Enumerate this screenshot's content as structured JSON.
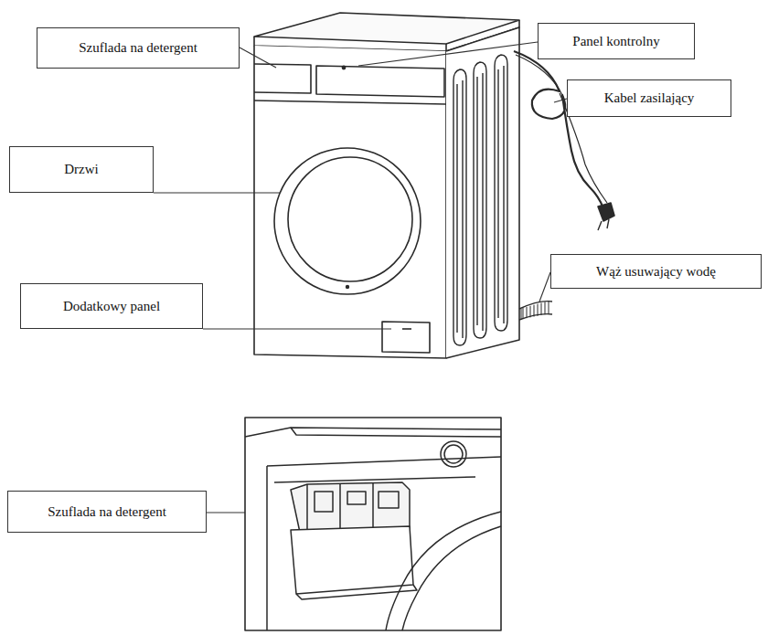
{
  "diagram": {
    "nodes": [
      {
        "text": [
          "Szuflada na detergent"
        ]
      },
      {
        "text": [
          "Panel kontrolny"
        ]
      },
      {
        "text": [
          "Kabel zasilający"
        ]
      },
      {
        "text": [
          "Drzwi"
        ]
      },
      {
        "text": [
          "Wąż usuwający wodę"
        ]
      },
      {
        "text": [
          "Dodatkowy panel"
        ]
      },
      {
        "text": [
          "Szuflada na detergent"
        ]
      }
    ]
  }
}
